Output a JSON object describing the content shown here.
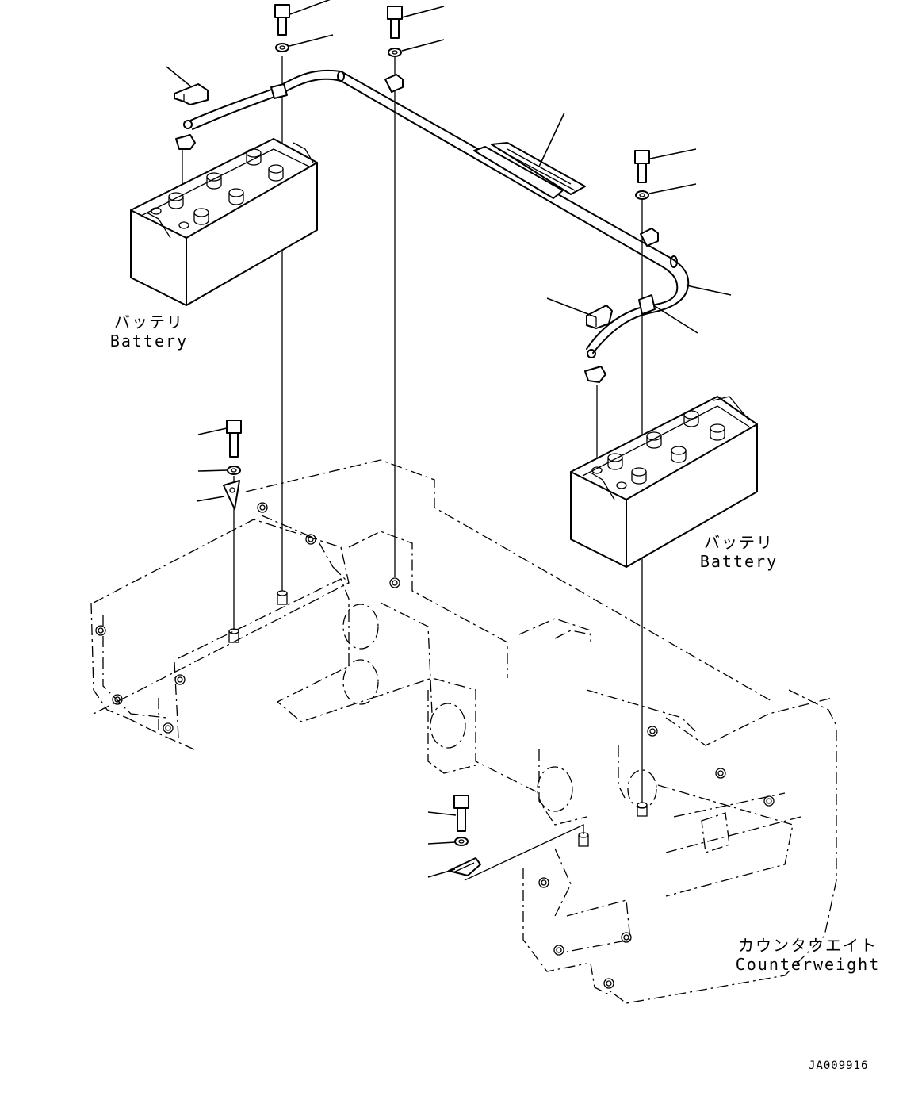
{
  "labels": {
    "battery_left_jp": "バッテリ",
    "battery_left_en": "Battery",
    "battery_right_jp": "バッテリ",
    "battery_right_en": "Battery",
    "counterweight_jp": "カウンタウエイト",
    "counterweight_en": "Counterweight"
  },
  "drawing_code": "JA009916",
  "parts": [
    "battery-left",
    "battery-right",
    "counterweight",
    "battery-cable",
    "terminal-cover-left",
    "terminal-cover-right",
    "cable-clamp",
    "cover-plate",
    "bolts",
    "washers",
    "brackets"
  ]
}
